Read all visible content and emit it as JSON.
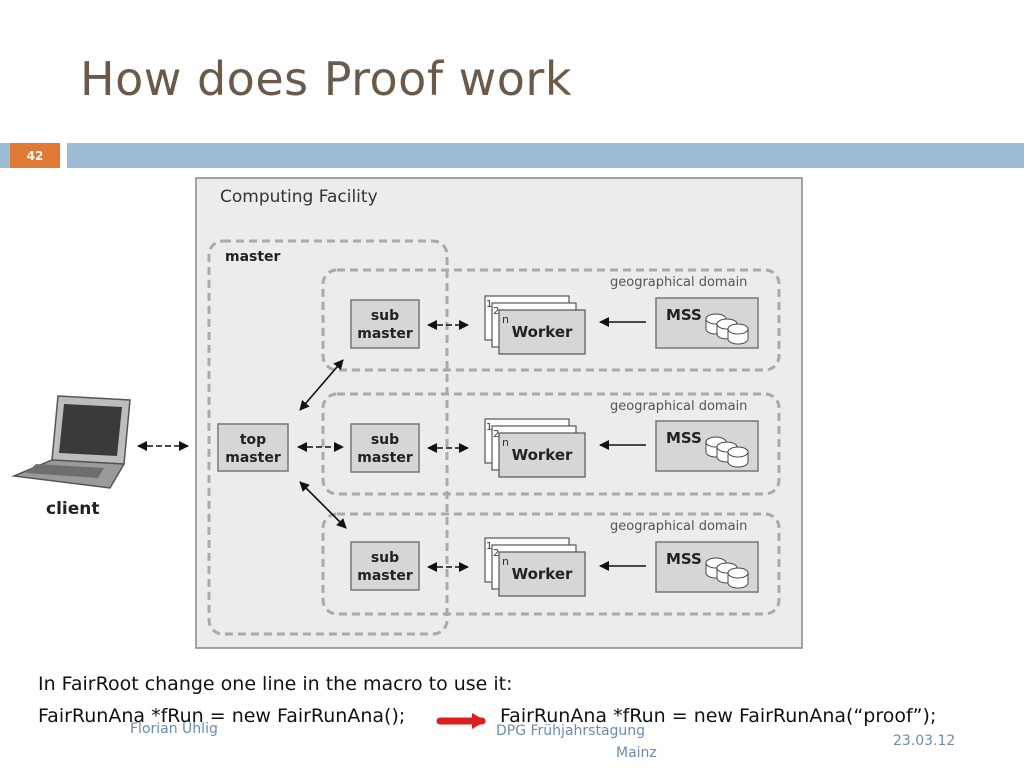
{
  "slide": {
    "title": "How does Proof work",
    "number": "42"
  },
  "diagram": {
    "facility_label": "Computing Facility",
    "master_label": "master",
    "client_label": "client",
    "top_master_line1": "top",
    "top_master_line2": "master",
    "sub_master_line1": "sub",
    "sub_master_line2": "master",
    "domain_label": "geographical domain",
    "worker_label": "Worker",
    "worker_idx1": "1",
    "worker_idx2": "2",
    "worker_idxn": "n",
    "mss_label": "MSS"
  },
  "body": {
    "line1": "In FairRoot change one line in the macro to use it:",
    "line2_before": "FairRunAna *fRun = new FairRunAna();",
    "line2_after": "FairRunAna *fRun = new FairRunAna(“proof”);"
  },
  "footer": {
    "author": "Florian Uhlig",
    "event_line1": "DPG Frühjahrstagung",
    "event_line2": "Mainz",
    "date": "23.03.12"
  },
  "colors": {
    "title": "#6b5a4a",
    "accent_orange": "#e07a35",
    "bar_blue": "#9dbcd6",
    "footer_text": "#6a8cb0",
    "arrow_red": "#dd1f1f"
  }
}
